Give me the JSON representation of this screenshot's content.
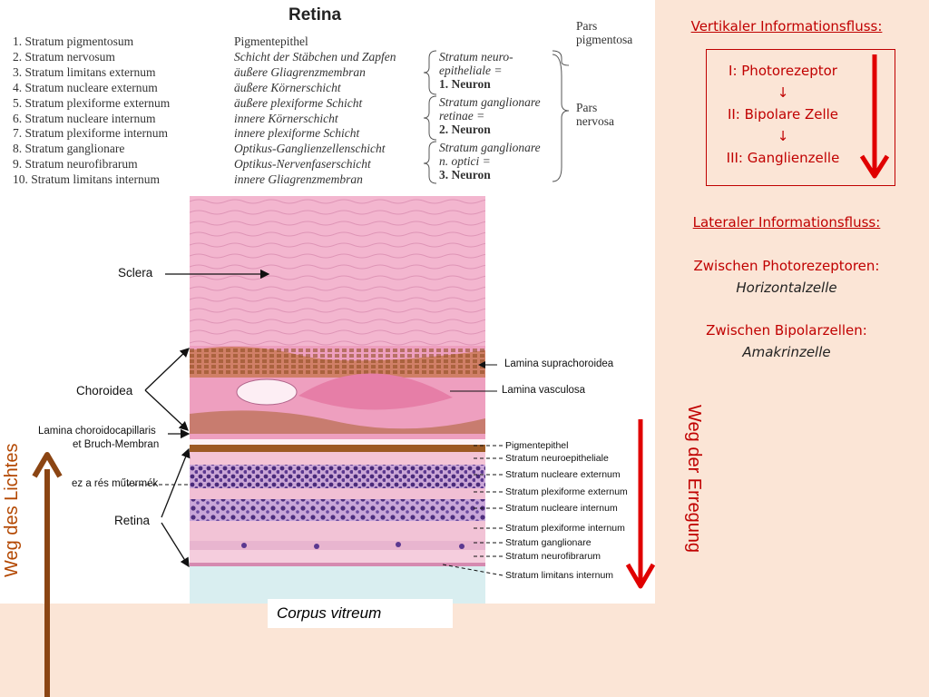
{
  "title": "Retina",
  "strata": [
    "1. Stratum pigmentosum",
    "2. Stratum nervosum",
    "3. Stratum limitans externum",
    "4. Stratum nucleare externum",
    "5. Stratum plexiforme externum",
    "6. Stratum nucleare internum",
    "7. Stratum plexiforme internum",
    "8. Stratum ganglionare",
    "9. Stratum neurofibrarum",
    "10. Stratum limitans internum"
  ],
  "german": [
    "Pigmentepithel",
    "Schicht der Stäbchen und Zapfen",
    "äußere Gliagrenzmembran",
    "äußere Körnerschicht",
    "äußere plexiforme Schicht",
    "innere Körnerschicht",
    "innere plexiforme Schicht",
    "Optikus-Ganglienzellenschicht",
    "Optikus-Nervenfaserschicht",
    "innere Gliagrenzmembran"
  ],
  "neuron_groups": [
    {
      "l1": "Stratum neuro-",
      "l2": "epitheliale =",
      "neuron": "1. Neuron"
    },
    {
      "l1": "Stratum ganglionare",
      "l2": "retinae =",
      "neuron": "2. Neuron"
    },
    {
      "l1": "Stratum ganglionare",
      "l2": "n. optici =",
      "neuron": "3. Neuron"
    }
  ],
  "pars": {
    "pigmentosa": [
      "Pars",
      "pigmentosa"
    ],
    "nervosa": [
      "Pars",
      "nervosa"
    ]
  },
  "left_labels": {
    "sclera": "Sclera",
    "choroidea": "Choroidea",
    "lamina_choroido_1": "Lamina choroidocapillaris",
    "lamina_choroido_2": "et Bruch-Membran",
    "watermark": "ez a rés műtermék",
    "retina": "Retina"
  },
  "right_layer_labels": [
    "Lamina suprachoroidea",
    "Lamina vasculosa",
    "Pigmentepithel",
    "Stratum neuroepitheliale",
    "Stratum nucleare externum",
    "Stratum plexiforme externum",
    "Stratum nucleare internum",
    "Stratum plexiforme internum",
    "Stratum ganglionare",
    "Stratum neurofibrarum",
    "Stratum limitans internum"
  ],
  "corpus_vitreum": "Corpus vitreum",
  "weg_lichtes": "Weg des Lichtes",
  "weg_erregung": "Weg der Erregung",
  "vertical": {
    "heading": "Vertikaler Informationsfluss:",
    "i": "I: Photorezeptor",
    "arrow": "↓",
    "ii": "II: Bipolare Zelle",
    "iii": "III: Ganglienzelle"
  },
  "lateral": {
    "heading": "Lateraler Informationsfluss:",
    "photo": "Zwischen Photorezeptoren:",
    "horizontal": "Horizontalzelle",
    "bipolar": "Zwischen Bipolarzellen:",
    "amakrin": "Amakrinzelle"
  },
  "colors": {
    "red_arrow": "#e00000",
    "brown_arrow": "#8b4513",
    "background": "#fbe5d6"
  }
}
